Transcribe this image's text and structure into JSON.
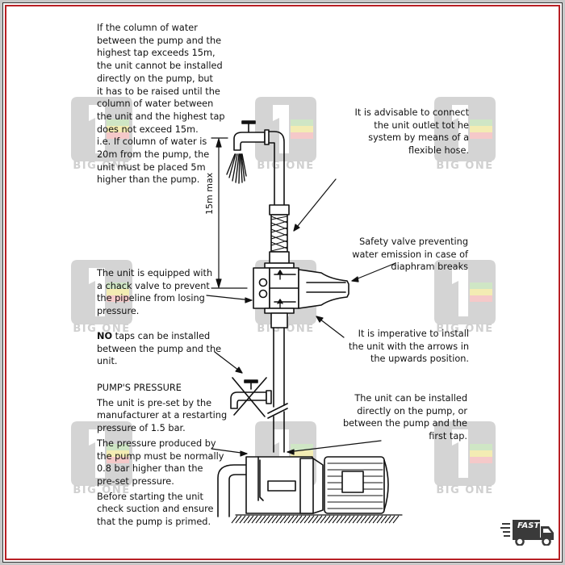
{
  "watermark": {
    "brand_text": "BIG ONE",
    "stripe_colors": [
      "#cfe6c5",
      "#f3ecb3",
      "#f5c9c9"
    ],
    "logo_color": "#d4d4d4"
  },
  "frame": {
    "accent_color": "#b81f24"
  },
  "notes": {
    "column_of_water": [
      "If the column of water",
      "between the pump and the",
      "highest tap exceeds 15m,",
      "the unit cannot be installed",
      "directly on the pump, but",
      "it has to be raised until the",
      "column of water between",
      "the unit and the highest tap",
      "does not exceed 15m.",
      "i.e. If column of water is",
      "20m from the pump, the",
      "unit must be placed 5m",
      "higher than the pump."
    ],
    "flexible_hose": [
      "It is advisable to connect",
      "the unit outlet tot he",
      "system by means of a",
      "flexible hose."
    ],
    "safety_valve": [
      "Safety valve preventing",
      "water emission in case of",
      "diaphram breaks"
    ],
    "check_valve": [
      "The unit is equipped with",
      "a chack valve to prevent",
      "the pipeline from losing",
      "pressure."
    ],
    "no_taps": {
      "bold": "NO",
      "lines": [
        " taps can be installed",
        "between the pump and the",
        "unit."
      ]
    },
    "arrows_upwards": [
      "It is imperative to install",
      "the unit with the arrows in",
      "the upwards position."
    ],
    "pump_pressure": {
      "heading": "PUMP'S PRESSURE",
      "para1": [
        "The unit is pre-set by the",
        "manufacturer at a restarting",
        "pressure of 1.5 bar."
      ],
      "para2": [
        "The pressure produced by",
        "the pump must be normally",
        "0.8 bar higher than the",
        "pre-set pressure."
      ],
      "para3": [
        "Before starting the unit",
        "check suction and ensure",
        "that the pump is primed."
      ]
    },
    "install_location": [
      "The unit can be installed",
      "directly on the pump, or",
      "between the pump and the",
      "first tap."
    ]
  },
  "diagram": {
    "dimension_label": "15m max"
  },
  "badge": {
    "label": "FAST",
    "icon": "delivery-truck-icon"
  }
}
